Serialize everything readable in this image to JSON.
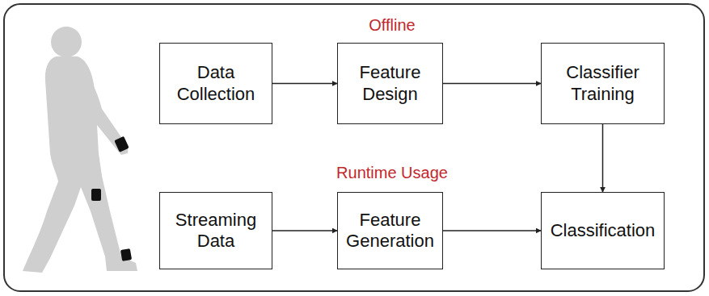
{
  "diagram": {
    "nodes": [
      {
        "text": [
          "Data Collection"
        ]
      },
      {
        "text": [
          "Feature Design"
        ]
      },
      {
        "text": [
          "Classifier Training"
        ]
      },
      {
        "text": [
          "Streaming Data"
        ]
      },
      {
        "text": [
          "Feature Generation"
        ]
      },
      {
        "text": [
          "Classification"
        ]
      }
    ],
    "edges": [
      {
        "from": 0,
        "to": 1,
        "arrow": "to"
      },
      {
        "from": 1,
        "to": 2,
        "arrow": "to"
      },
      {
        "from": 2,
        "to": 5,
        "arrow": "to"
      },
      {
        "from": 3,
        "to": 4,
        "arrow": "to"
      },
      {
        "from": 4,
        "to": 5,
        "arrow": "to"
      }
    ],
    "labels": [
      "Offline",
      "Runtime Usage"
    ]
  }
}
